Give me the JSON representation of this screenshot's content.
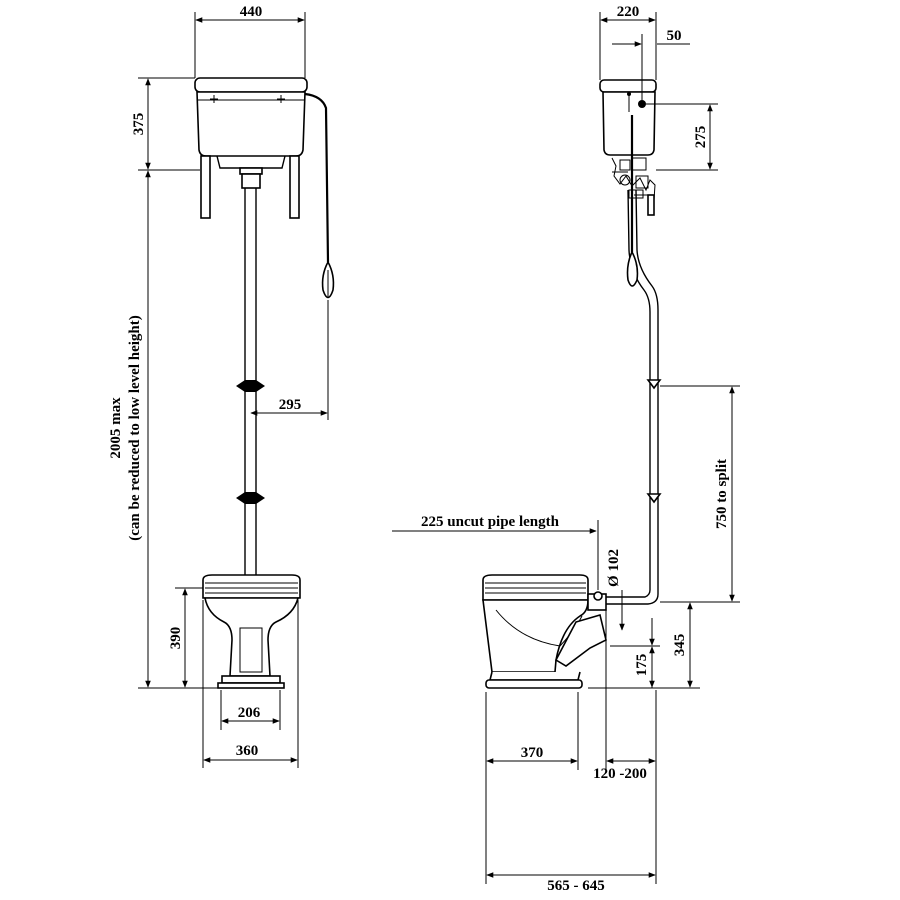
{
  "front_view": {
    "width_cistern": "440",
    "cistern_height": "375",
    "overall_height_line1": "2005 max",
    "overall_height_line2": "(can be reduced to low level height)",
    "chain_offset": "295",
    "pan_height": "390",
    "pan_foot_width": "206",
    "pan_width": "360"
  },
  "side_view": {
    "cistern_depth": "220",
    "cistern_offset": "50",
    "bracket_height": "275",
    "split_height": "750 to split",
    "uncut_pipe": "225 uncut pipe length",
    "outlet_diameter": "Ø 102",
    "outlet_centre_height": "345",
    "outlet_low_height": "175",
    "pan_depth": "370",
    "outlet_projection": "120 -200",
    "overall_depth": "565 - 645"
  }
}
